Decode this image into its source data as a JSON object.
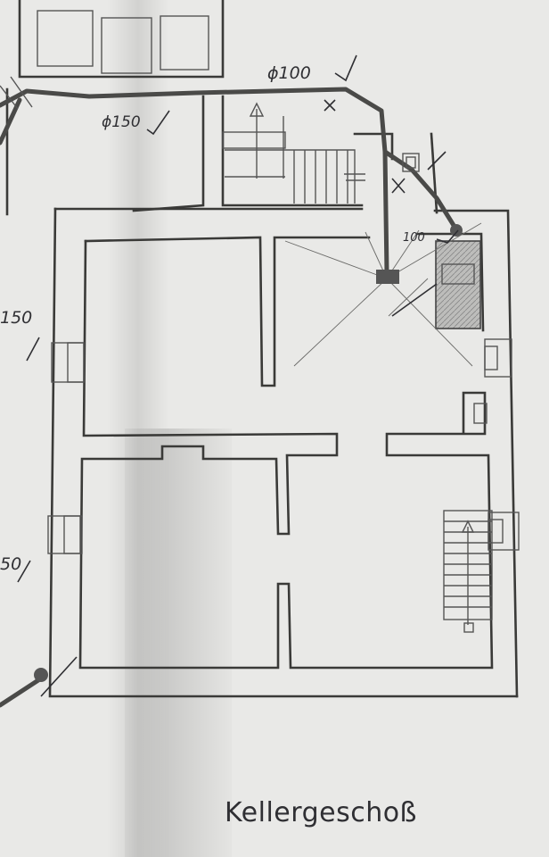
{
  "plan": {
    "title": "Kellergeschoß",
    "labels": {
      "pipe_top": "ϕ100",
      "pipe_left": "ϕ150",
      "pipe_right": "100",
      "side_upper": "150",
      "side_lower": "50"
    },
    "colors": {
      "paper": "#e9e9e7",
      "ink": "#3a3a38",
      "fold_shadow": "#cfcfcc"
    }
  }
}
